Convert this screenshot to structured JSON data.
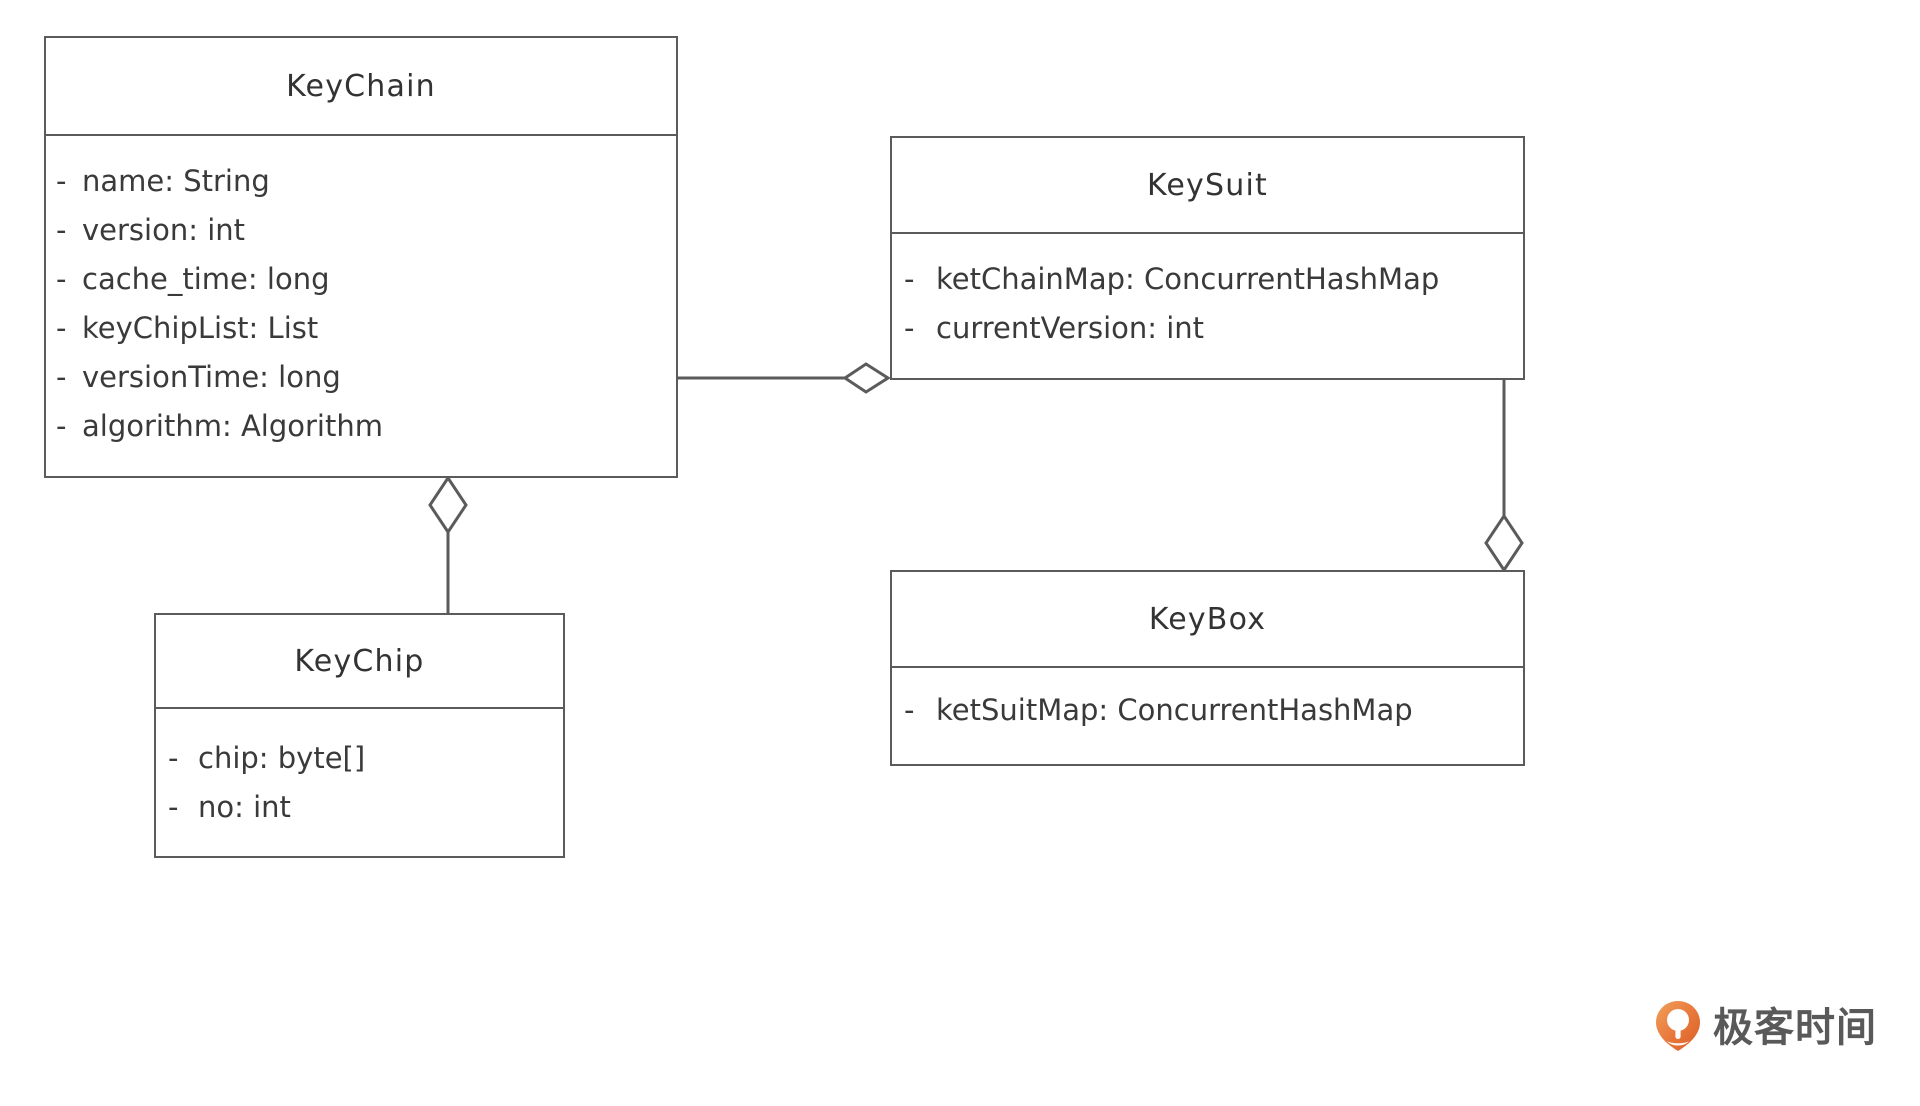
{
  "diagram": {
    "type": "uml-class-diagram",
    "classes": [
      {
        "id": "keychain",
        "name": "KeyChain",
        "attributes": [
          {
            "visibility": "-",
            "text": "name: String"
          },
          {
            "visibility": "-",
            "text": "version: int"
          },
          {
            "visibility": "-",
            "text": "cache_time: long"
          },
          {
            "visibility": "-",
            "text": "keyChipList: List"
          },
          {
            "visibility": "-",
            "text": "versionTime: long"
          },
          {
            "visibility": "-",
            "text": "algorithm: Algorithm"
          }
        ]
      },
      {
        "id": "keysuit",
        "name": "KeySuit",
        "attributes": [
          {
            "visibility": "-",
            "text": "ketChainMap: ConcurrentHashMap"
          },
          {
            "visibility": "-",
            "text": "currentVersion: int"
          }
        ]
      },
      {
        "id": "keychip",
        "name": "KeyChip",
        "attributes": [
          {
            "visibility": "-",
            "text": "chip: byte[]"
          },
          {
            "visibility": "-",
            "text": "no: int"
          }
        ]
      },
      {
        "id": "keybox",
        "name": "KeyBox",
        "attributes": [
          {
            "visibility": "-",
            "text": "ketSuitMap: ConcurrentHashMap"
          }
        ]
      }
    ],
    "relations": [
      {
        "id": "rel-keysuit-keychain",
        "type": "aggregation",
        "from": "KeySuit",
        "to": "KeyChain",
        "orientation": "horizontal"
      },
      {
        "id": "rel-keychain-keychip",
        "type": "aggregation",
        "from": "KeyChain",
        "to": "KeyChip",
        "orientation": "vertical"
      },
      {
        "id": "rel-keysuit-keybox",
        "type": "aggregation",
        "from": "KeyBox",
        "to": "KeySuit",
        "orientation": "vertical"
      }
    ],
    "colors": {
      "stroke": "#5b5b5b",
      "text": "#3a3a3a",
      "background": "#ffffff",
      "watermark_accent": "#e8763a"
    }
  },
  "watermark": {
    "brand": "极客时间",
    "logo": "geektime-logo-icon"
  }
}
